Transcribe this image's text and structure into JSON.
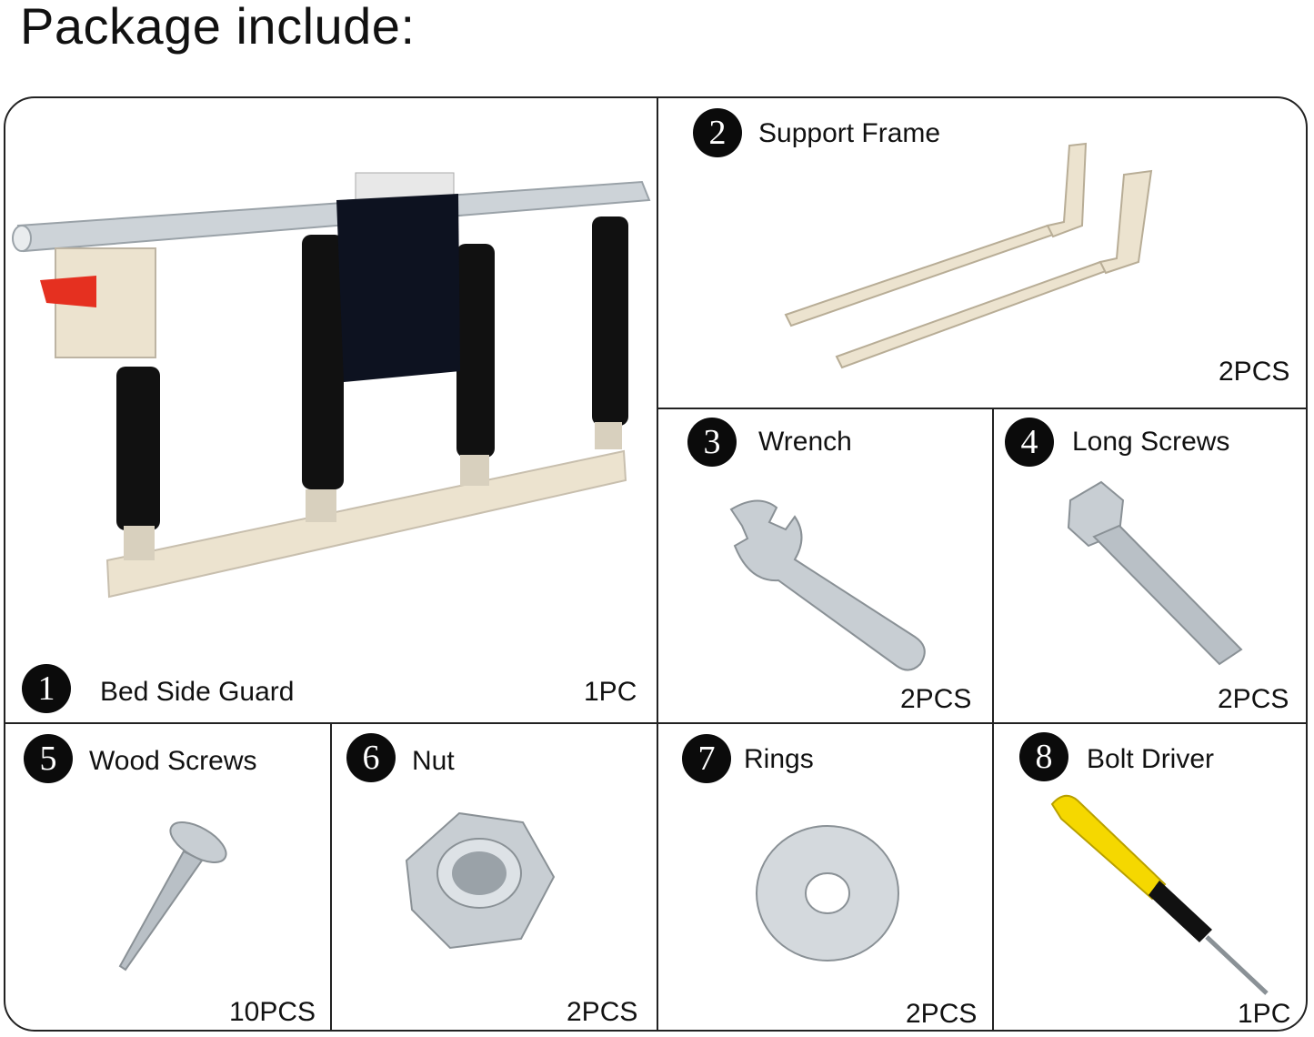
{
  "header": {
    "title": "Package include:"
  },
  "items": [
    {
      "number": "1",
      "name": "Bed Side Guard",
      "qty": "1PC"
    },
    {
      "number": "2",
      "name": "Support Frame",
      "qty": "2PCS"
    },
    {
      "number": "3",
      "name": "Wrench",
      "qty": "2PCS"
    },
    {
      "number": "4",
      "name": "Long Screws",
      "qty": "2PCS"
    },
    {
      "number": "5",
      "name": "Wood Screws",
      "qty": "10PCS"
    },
    {
      "number": "6",
      "name": "Nut",
      "qty": "2PCS"
    },
    {
      "number": "7",
      "name": "Rings",
      "qty": "2PCS"
    },
    {
      "number": "8",
      "name": "Bolt Driver",
      "qty": "1PC"
    }
  ],
  "colors": {
    "border": "#222222",
    "cream": "#ece3cf",
    "foam": "#111111",
    "silver": "#c9cfd4",
    "accent_red": "#e53020",
    "handle_yellow": "#f5d800"
  }
}
